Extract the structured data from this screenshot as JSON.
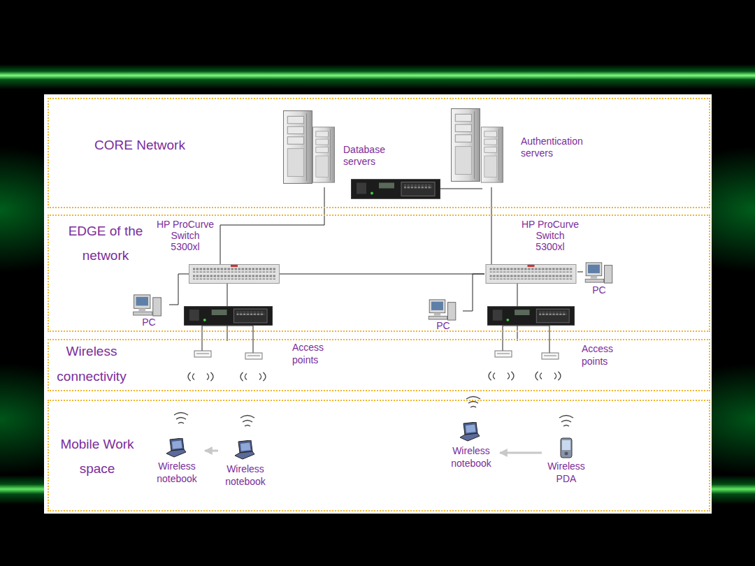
{
  "diagram": {
    "nodes": [
      {
        "text": [
          "CORE Network"
        ]
      },
      {
        "text": [
          "EDGE of the network"
        ]
      },
      {
        "text": [
          "Wireless connectivity"
        ]
      },
      {
        "text": [
          "Mobile Work space"
        ]
      },
      {
        "text": [
          "Database servers"
        ],
        "in": 0
      },
      {
        "text": [
          "Authentication servers"
        ],
        "in": 0
      },
      {
        "text": [
          "HP ProCurve Switch 5300xl"
        ],
        "in": 1
      },
      {
        "text": [
          "HP ProCurve Switch 5300xl"
        ],
        "in": 1
      },
      {
        "text": [
          "PC"
        ],
        "in": 1
      },
      {
        "text": [
          "PC"
        ],
        "in": 1
      },
      {
        "text": [
          "PC"
        ],
        "in": 1
      },
      {
        "text": [
          "Access points"
        ],
        "in": 2
      },
      {
        "text": [
          "Access points"
        ],
        "in": 2
      },
      {
        "text": [
          "Wireless notebook"
        ],
        "in": 3
      },
      {
        "text": [
          "Wireless notebook"
        ],
        "in": 3
      },
      {
        "text": [
          "Wireless notebook"
        ],
        "in": 3
      },
      {
        "text": [
          "Wireless PDA"
        ],
        "in": 3
      }
    ],
    "edges": [
      {
        "from": 4,
        "to": 6,
        "arrow": "none"
      },
      {
        "from": 5,
        "to": 7,
        "arrow": "none"
      },
      {
        "from": 6,
        "to": 7,
        "arrow": "none"
      },
      {
        "from": 8,
        "to": 6,
        "arrow": "none"
      },
      {
        "from": 9,
        "to": 7,
        "arrow": "none"
      },
      {
        "from": 7,
        "to": 10,
        "arrow": "none"
      },
      {
        "from": 6,
        "to": 11,
        "arrow": "none"
      },
      {
        "from": 7,
        "to": 12,
        "arrow": "none"
      },
      {
        "from": 14,
        "to": 13,
        "arrow": "to"
      },
      {
        "from": 16,
        "to": 15,
        "arrow": "to"
      }
    ]
  }
}
